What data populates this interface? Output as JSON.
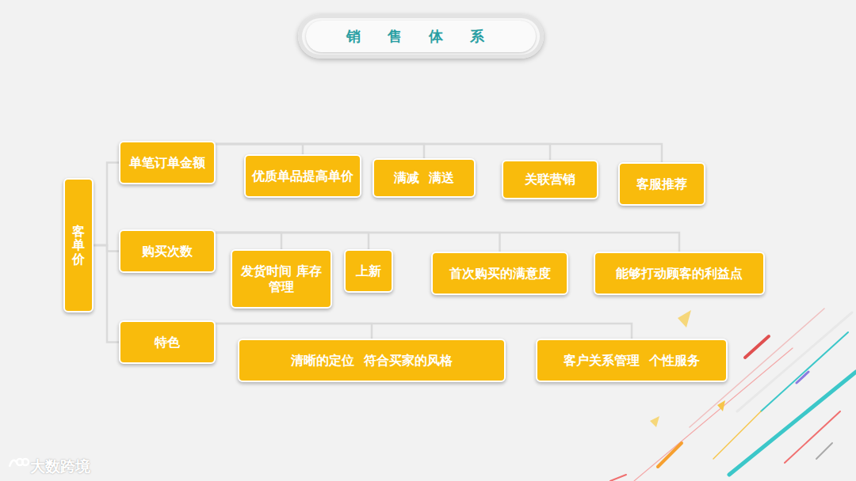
{
  "diagram": {
    "title": "销 售 体 系",
    "nodes": [
      {
        "text": [
          "客单价"
        ]
      },
      {
        "text": [
          "单笔订单金额"
        ]
      },
      {
        "text": [
          "优质单品提高单价"
        ]
      },
      {
        "text": [
          "满减  满送"
        ]
      },
      {
        "text": [
          "关联营销"
        ]
      },
      {
        "text": [
          "客服推荐"
        ]
      },
      {
        "text": [
          "购买次数"
        ]
      },
      {
        "text": [
          "发货时间 库存管理"
        ]
      },
      {
        "text": [
          "上新"
        ]
      },
      {
        "text": [
          "首次购买的满意度"
        ]
      },
      {
        "text": [
          "能够打动顾客的利益点"
        ]
      },
      {
        "text": [
          "特色"
        ]
      },
      {
        "text": [
          "清晰的定位  符合买家的风格"
        ]
      },
      {
        "text": [
          "客户关系管理  个性服务"
        ]
      }
    ],
    "edges": [
      {
        "from": 0,
        "to": 1,
        "arrow": "none"
      },
      {
        "from": 0,
        "to": 6,
        "arrow": "none"
      },
      {
        "from": 0,
        "to": 11,
        "arrow": "none"
      },
      {
        "from": 1,
        "to": 2,
        "arrow": "none"
      },
      {
        "from": 1,
        "to": 3,
        "arrow": "none"
      },
      {
        "from": 1,
        "to": 4,
        "arrow": "none"
      },
      {
        "from": 1,
        "to": 5,
        "arrow": "none"
      },
      {
        "from": 6,
        "to": 7,
        "arrow": "none"
      },
      {
        "from": 6,
        "to": 8,
        "arrow": "none"
      },
      {
        "from": 6,
        "to": 9,
        "arrow": "none"
      },
      {
        "from": 6,
        "to": 10,
        "arrow": "none"
      },
      {
        "from": 11,
        "to": 12,
        "arrow": "none"
      },
      {
        "from": 11,
        "to": 13,
        "arrow": "none"
      }
    ],
    "labels": [
      "大数跨境"
    ]
  }
}
